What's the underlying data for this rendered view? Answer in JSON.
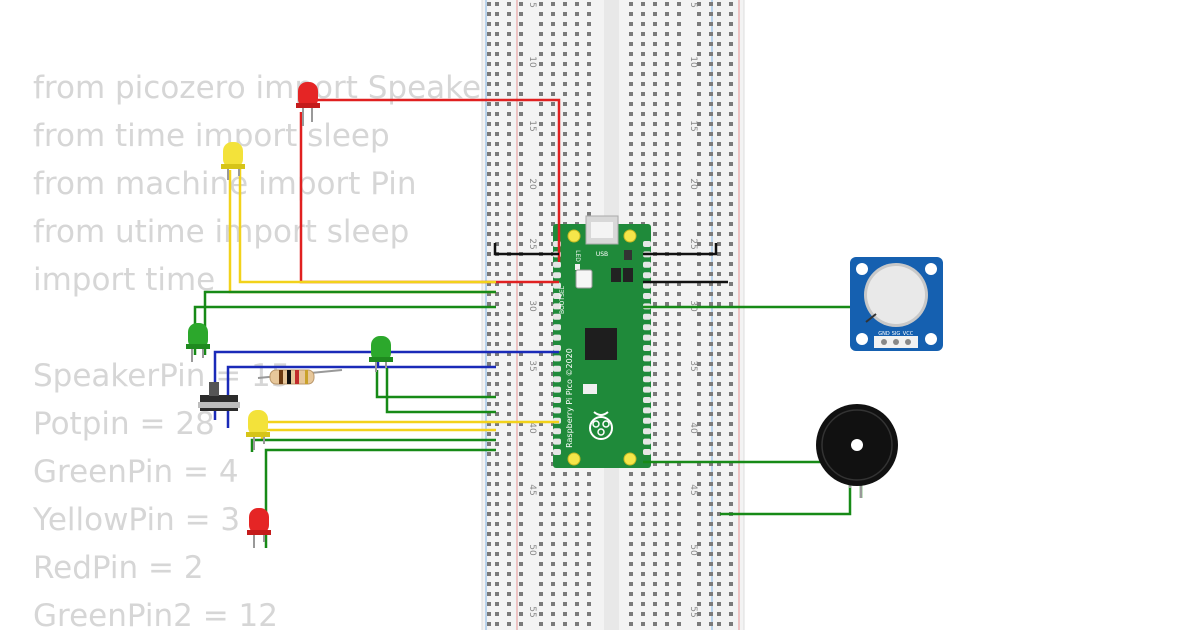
{
  "code_lines": [
    "from picozero import Speaker",
    "from time import sleep",
    "from machine import Pin",
    "from utime import sleep",
    "import time",
    "",
    "SpeakerPin = 15",
    "Potpin = 28",
    "GreenPin = 4",
    "YellowPin = 3",
    "RedPin = 2",
    "GreenPin2 = 12"
  ],
  "breadboard": {
    "row_numbers": [
      "5",
      "10",
      "15",
      "20",
      "25",
      "30",
      "35",
      "40",
      "45",
      "50",
      "55"
    ]
  },
  "pico": {
    "board_label": "Raspberry Pi Pico ©2020",
    "usb_label": "USB",
    "led_label": "LED",
    "bootsel_label": "BOOTSEL"
  },
  "potentiometer": {
    "pin_labels": [
      "GND",
      "SIG",
      "VCC"
    ]
  },
  "colors": {
    "wire_red": "#e02020",
    "wire_yellow": "#f2d21b",
    "wire_green": "#178a17",
    "wire_blue": "#1a2ab8",
    "wire_black": "#111111",
    "pico_green": "#1f8a3a",
    "pot_blue": "#1560b0",
    "code_text": "#d6d6d6"
  }
}
